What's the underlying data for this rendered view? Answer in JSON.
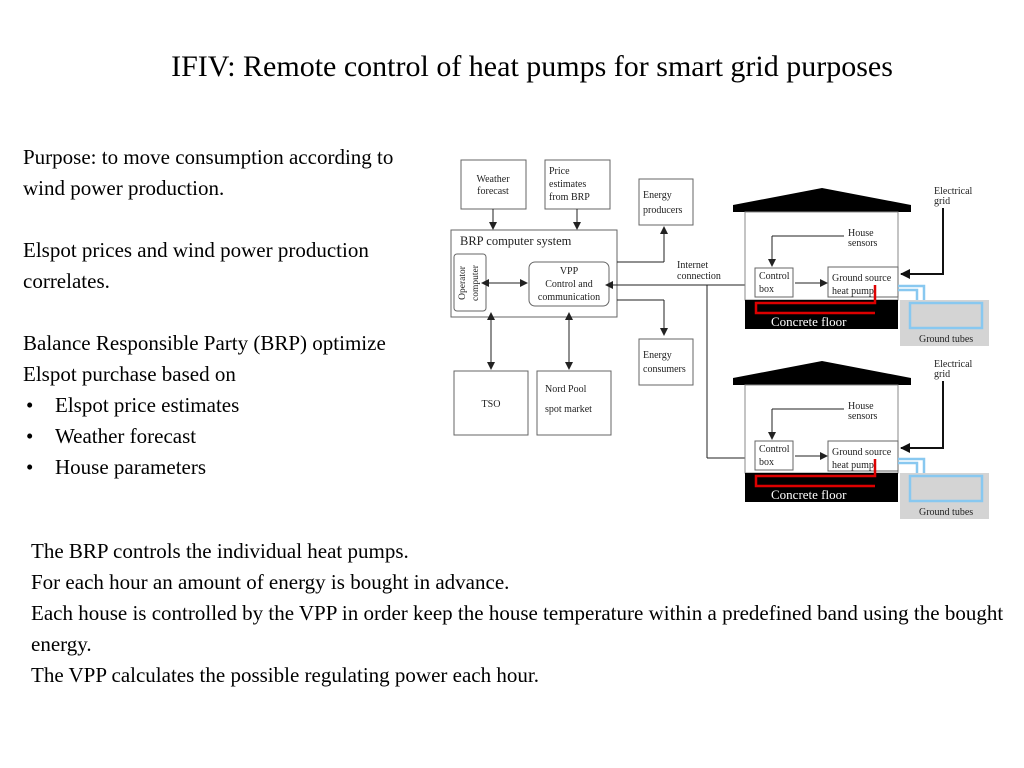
{
  "title": "IFIV: Remote control of heat pumps for smart grid purposes",
  "left": {
    "purpose": "Purpose: to move consumption according to wind power production.",
    "correlation": "Elspot prices and wind power production correlates.",
    "brp_intro": "Balance Responsible Party (BRP) optimize Elspot purchase based on",
    "bullets": [
      "Elspot price estimates",
      "Weather forecast",
      "House parameters"
    ],
    "bullet_symbol": "•"
  },
  "bottom": {
    "lines": [
      "The BRP controls the individual heat pumps.",
      "For each hour an amount of energy is bought in advance.",
      "Each house is controlled by the VPP in order keep the house temperature within a predefined band using the bought energy.",
      "The VPP calculates the possible regulating power each hour."
    ]
  },
  "diagram": {
    "weather_forecast": [
      "Weather",
      "forecast"
    ],
    "price_estimates": [
      "Price",
      "estimates",
      "from BRP"
    ],
    "energy_producers": [
      "Energy",
      "producers"
    ],
    "brp_system": "BRP computer system",
    "operator_computer": [
      "Operator",
      "computer"
    ],
    "vpp": [
      "VPP",
      "Control and",
      "communication"
    ],
    "internet_connection": [
      "Internet",
      "connection"
    ],
    "energy_consumers": [
      "Energy",
      "consumers"
    ],
    "tso": "TSO",
    "nord_pool": [
      "Nord Pool",
      "spot market"
    ],
    "electrical_grid": [
      "Electrical",
      "grid"
    ],
    "house_sensors": [
      "House",
      "sensors"
    ],
    "control_box": [
      "Control",
      "box"
    ],
    "ground_source_heat_pump": [
      "Ground source",
      "heat pump"
    ],
    "concrete_floor": "Concrete floor",
    "ground_tubes": "Ground tubes",
    "colors": {
      "floor_pipe": "#dd0000",
      "ground_tube": "#88c8f0",
      "ground_bg": "#d4d4d4",
      "floor_bg": "#000000"
    }
  }
}
